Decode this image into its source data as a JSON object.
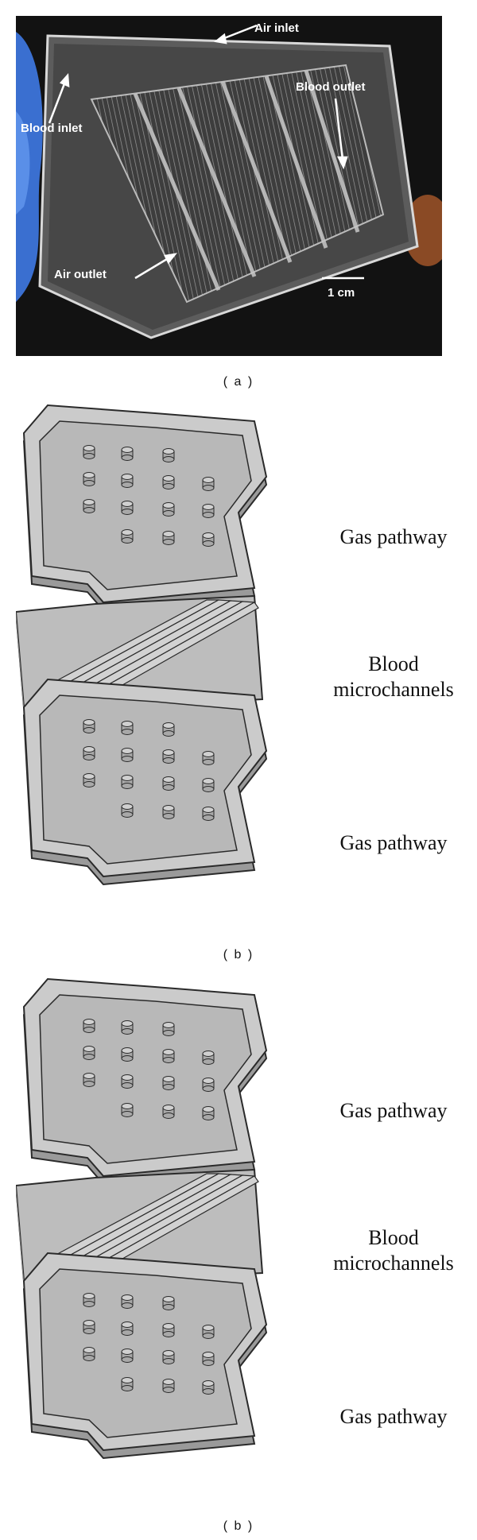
{
  "panel_a": {
    "caption": "( a )",
    "labels": {
      "air_inlet": "Air inlet",
      "blood_inlet": "Blood inlet",
      "blood_outlet": "Blood outlet",
      "air_outlet": "Air outlet",
      "scale_bar": "1 cm"
    }
  },
  "panel_b1": {
    "caption": "( b )",
    "top_layer": "Gas pathway",
    "middle_layer_line1": "Blood",
    "middle_layer_line2": "microchannels",
    "bottom_layer": "Gas pathway"
  },
  "panel_b2": {
    "caption": "( b )",
    "top_layer": "Gas pathway",
    "middle_layer_line1": "Blood",
    "middle_layer_line2": "microchannels",
    "bottom_layer": "Gas pathway"
  },
  "colors": {
    "photo_background": "#121212",
    "glove": "#3a6fd0",
    "layer_face": "#c8c8c8",
    "layer_edge": "#8a8a8a",
    "outline": "#2a2a2a"
  }
}
